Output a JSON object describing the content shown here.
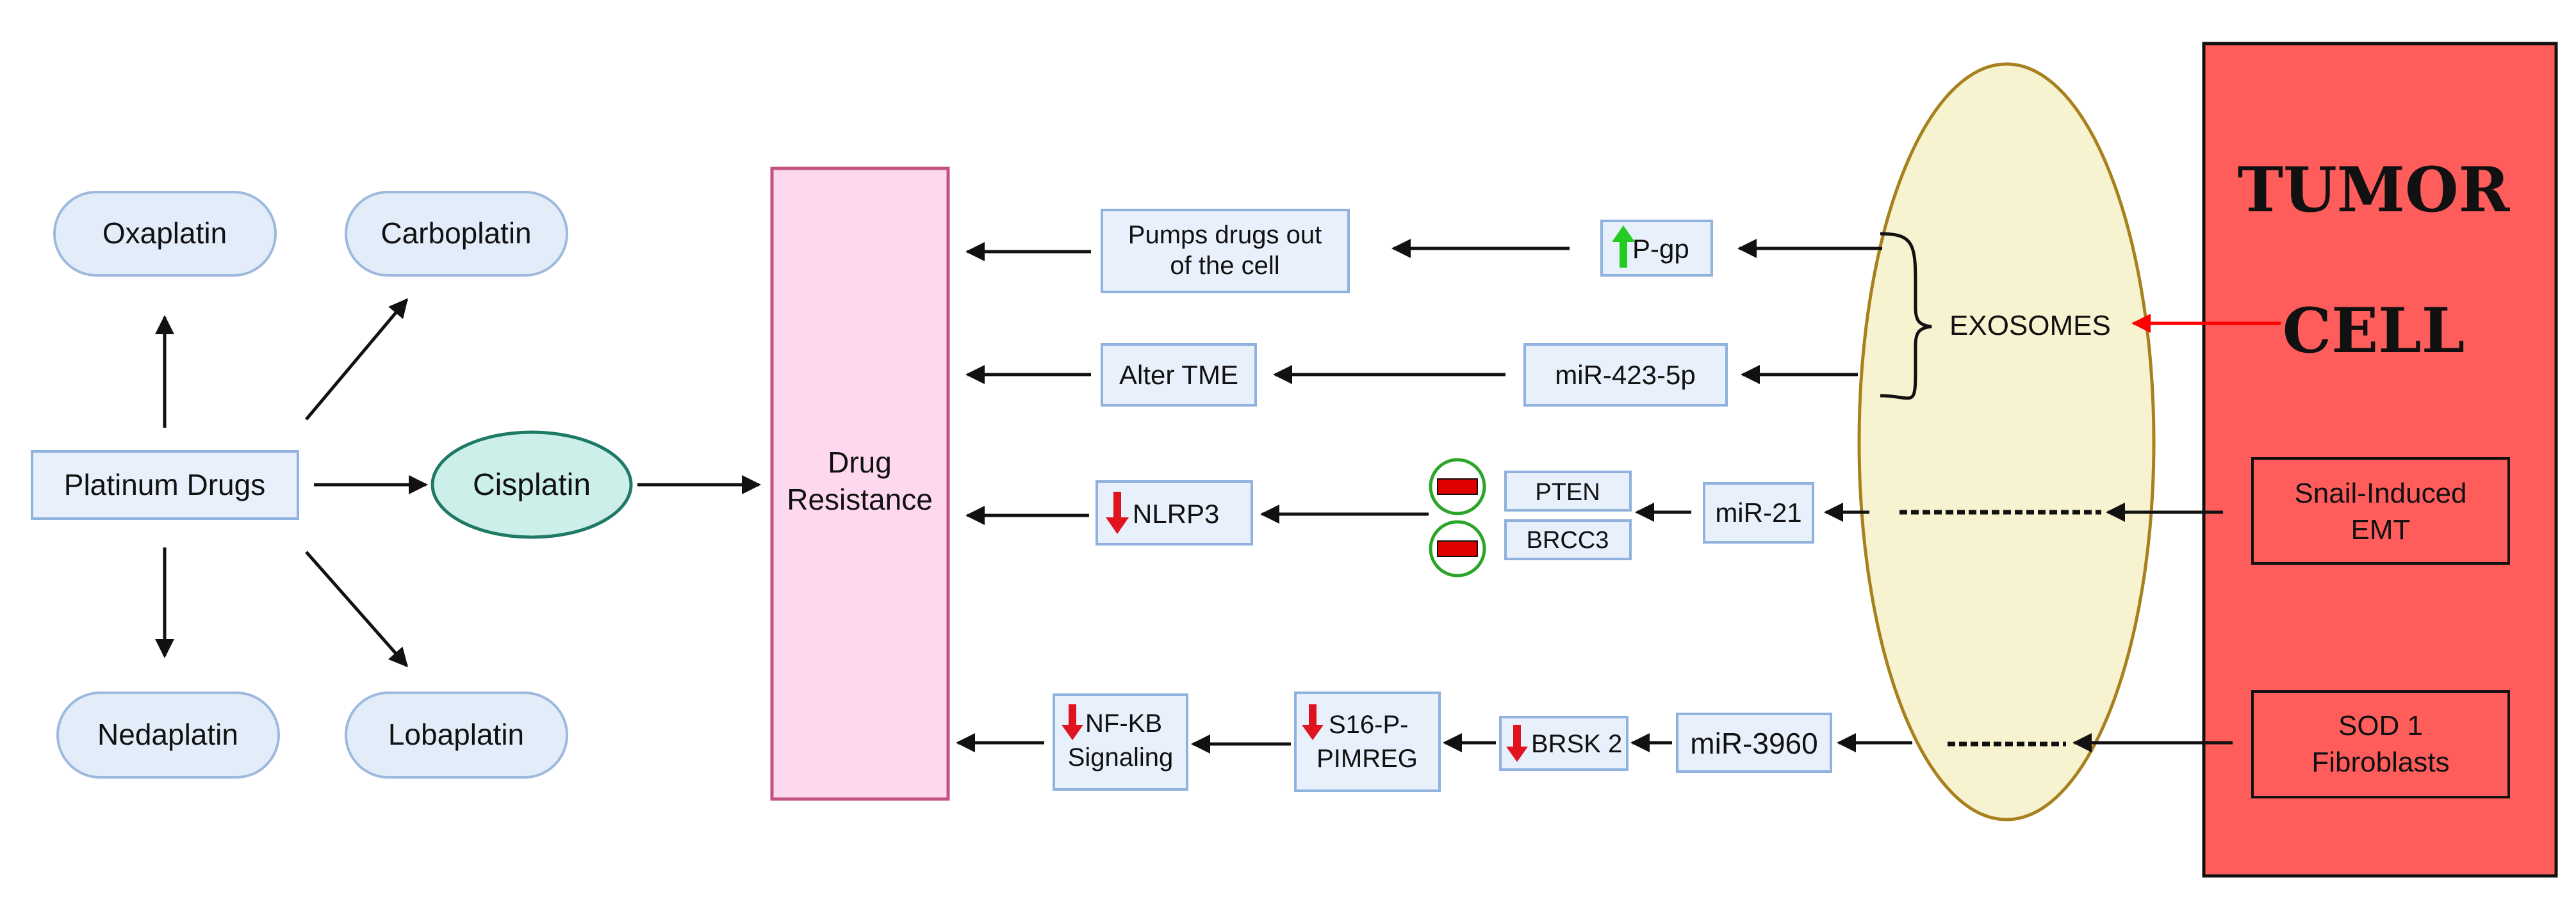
{
  "colors": {
    "box_fill": "#E8F0FC",
    "box_stroke": "#8FB2DE",
    "pill_fill": "#E3EDFA",
    "pill_stroke": "#9DB9DD",
    "cisplatin_fill": "#CDEFE9",
    "cisplatin_stroke": "#1E7A66",
    "drug_resistance_fill": "#FDD8EE",
    "drug_resistance_stroke": "#C2527F",
    "exosome_fill": "#F7F2CF",
    "exosome_stroke": "#A7811E",
    "tumor_fill": "#FF5C5C",
    "up_arrow": "#22CC22",
    "down_arrow": "#E0141E",
    "red_arrow": "#FF0000",
    "inhibit_ring": "#2AA52A",
    "inhibit_bar": "#E00000"
  },
  "platinum": {
    "oxaplatin": "Oxaplatin",
    "carboplatin": "Carboplatin",
    "platinum_drugs": "Platinum Drugs",
    "cisplatin": "Cisplatin",
    "nedaplatin": "Nedaplatin",
    "lobaplatin": "Lobaplatin"
  },
  "resistance": {
    "line1": "Drug",
    "line2": "Resistance"
  },
  "pathways": {
    "pumps_line1": "Pumps drugs out",
    "pumps_line2": "of the cell",
    "pgp": "P-gp",
    "alter_tme": "Alter TME",
    "mir423": "miR-423-5p",
    "nlrp3": "NLRP3",
    "pten": "PTEN",
    "brcc3": "BRCC3",
    "mir21": "miR-21",
    "nfkb_line1": "NF-KB",
    "nfkb_line2": "Signaling",
    "s16_line1": "S16-P-",
    "s16_line2": "PIMREG",
    "brsk2": "BRSK 2",
    "mir3960": "miR-3960"
  },
  "exosomes": "EXOSOMES",
  "tumor": {
    "line1": "TUMOR",
    "line2": "CELL",
    "snail_line1": "Snail-Induced",
    "snail_line2": "EMT",
    "sod_line1": "SOD 1",
    "sod_line2": "Fibroblasts"
  }
}
